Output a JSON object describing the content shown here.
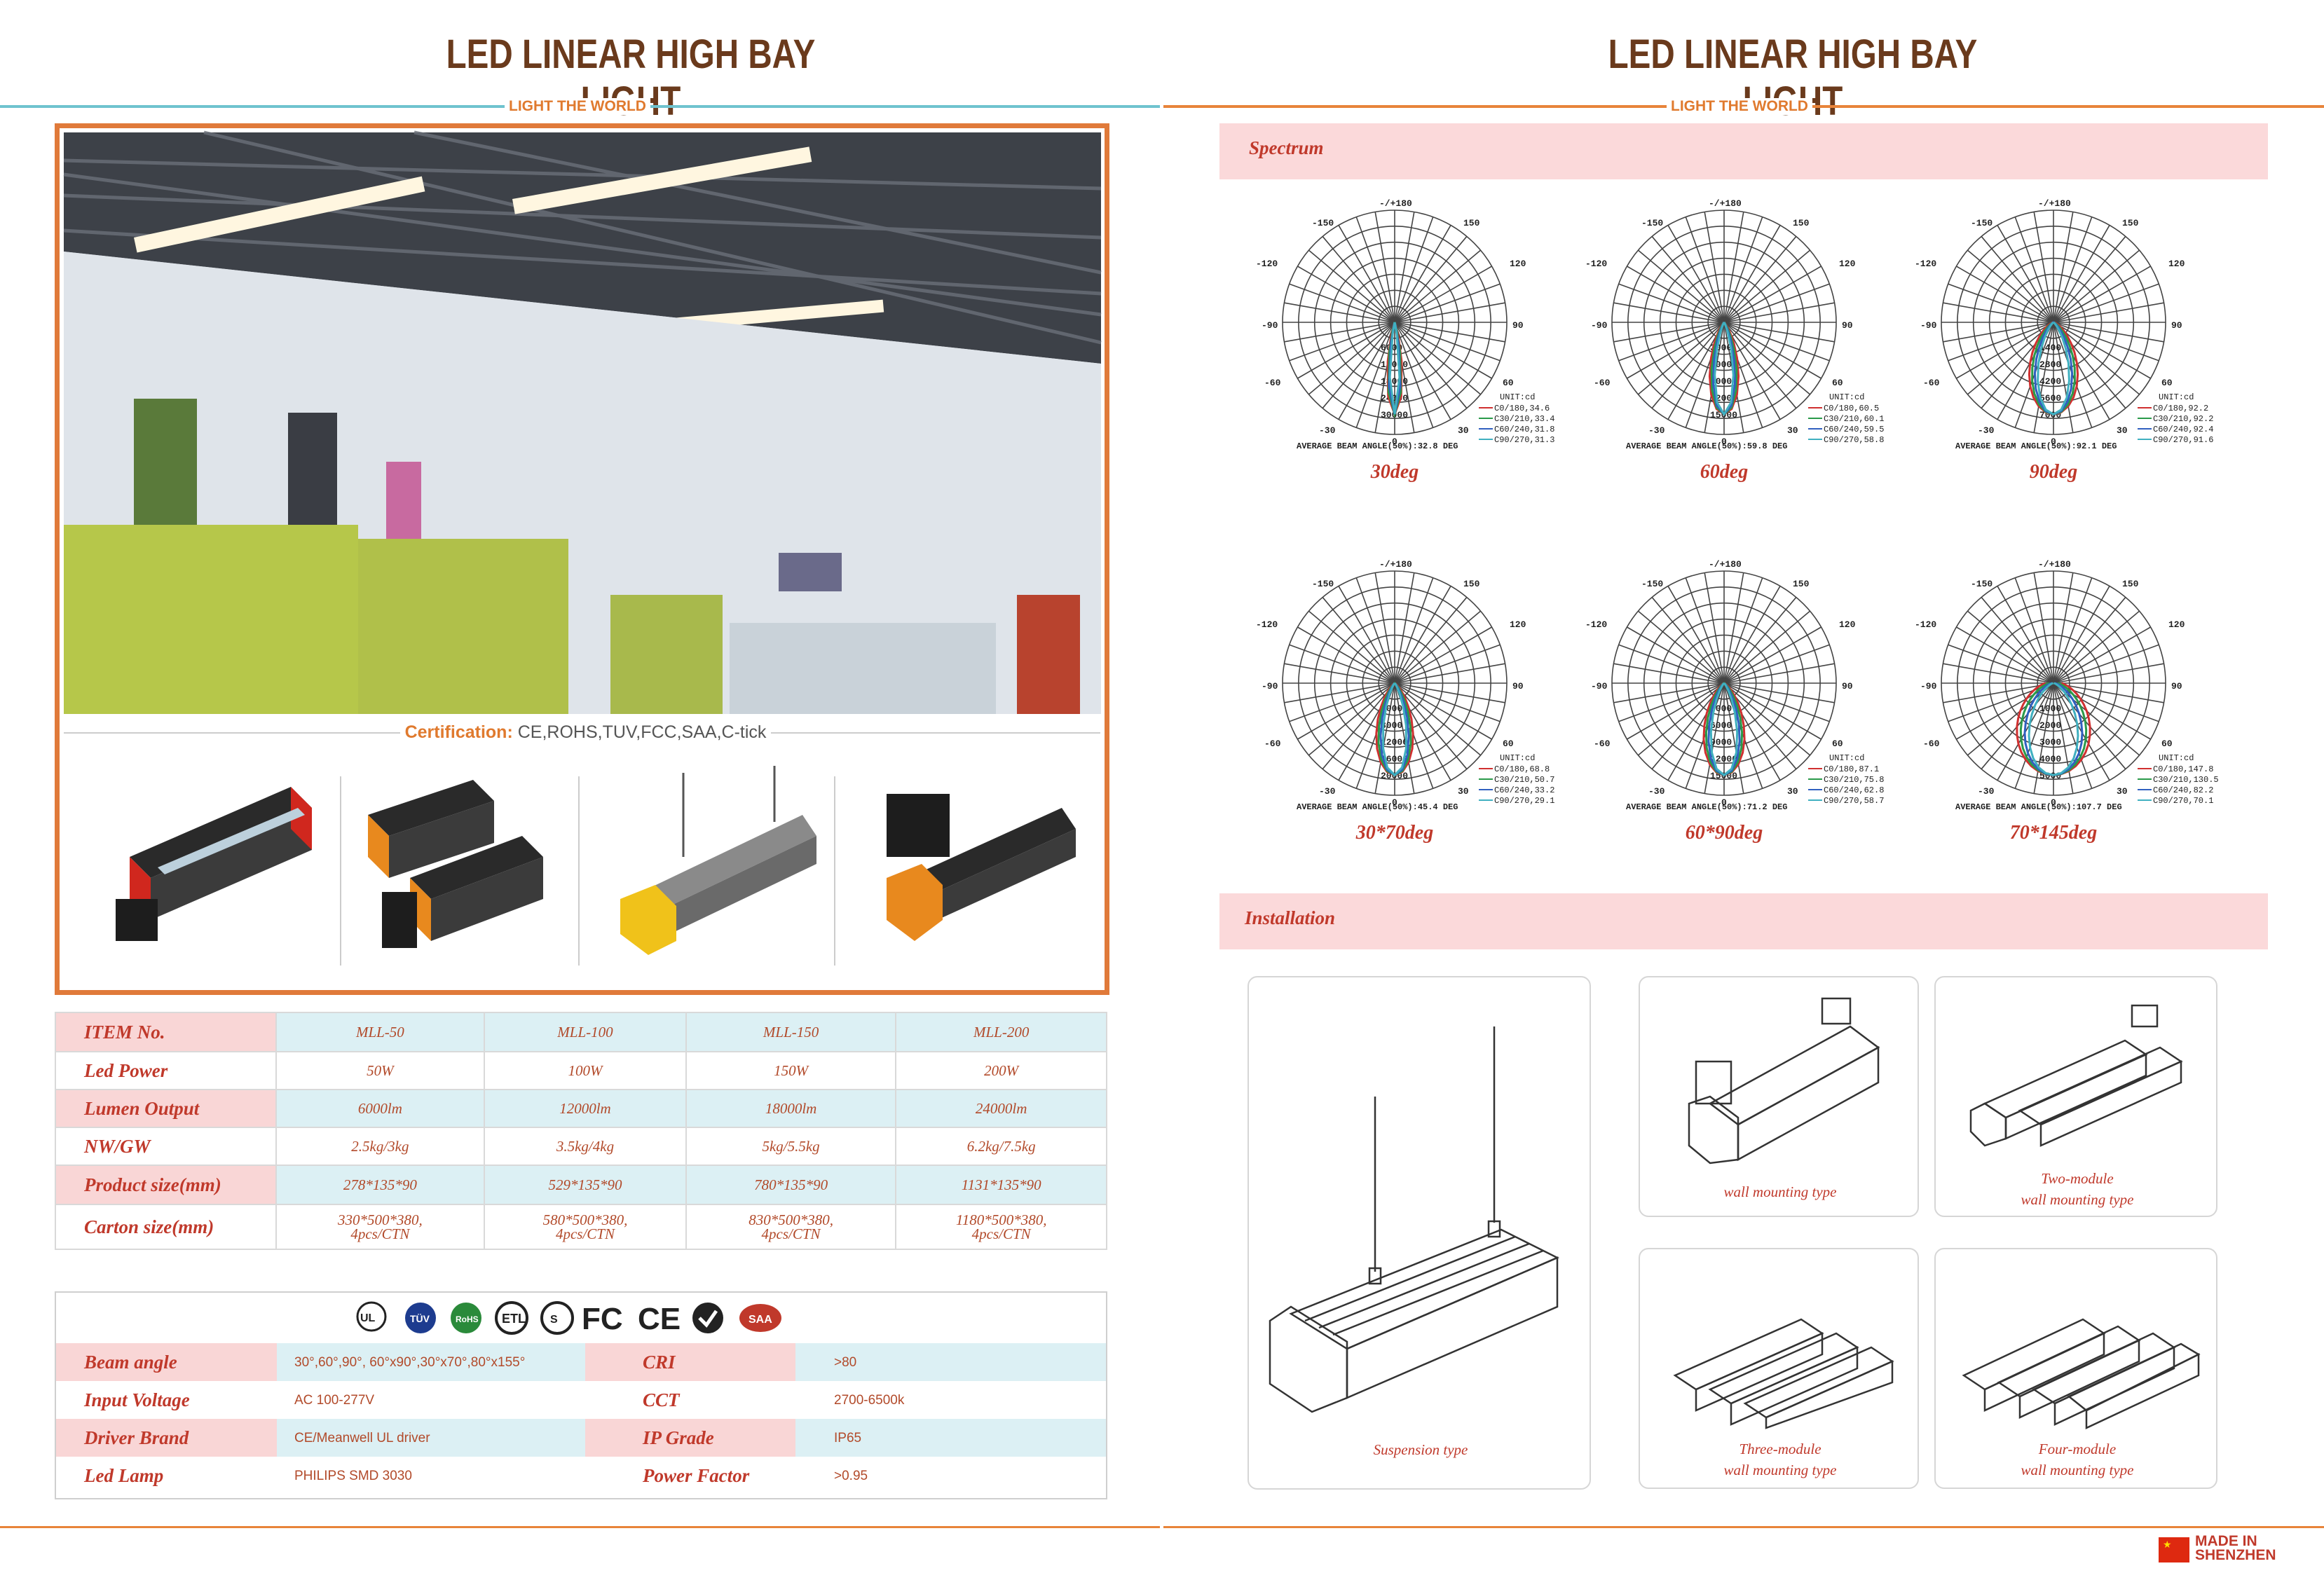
{
  "left": {
    "title": "LED LINEAR HIGH BAY LIGHT",
    "tagline": "LIGHT THE WORLD",
    "certification": {
      "label": "Certification:",
      "value": " CE,ROHS,TUV,FCC,SAA,C-tick"
    },
    "spec_table": {
      "rows": [
        {
          "label": "ITEM No.",
          "values": [
            "MLL-50",
            "MLL-100",
            "MLL-150",
            "MLL-200"
          ]
        },
        {
          "label": "Led Power",
          "values": [
            "50W",
            "100W",
            "150W",
            "200W"
          ]
        },
        {
          "label": "Lumen Output",
          "values": [
            "6000lm",
            "12000lm",
            "18000lm",
            "24000lm"
          ]
        },
        {
          "label": "NW/GW",
          "values": [
            "2.5kg/3kg",
            "3.5kg/4kg",
            "5kg/5.5kg",
            "6.2kg/7.5kg"
          ]
        },
        {
          "label": "Product size(mm)",
          "values": [
            "278*135*90",
            "529*135*90",
            "780*135*90",
            "1131*135*90"
          ]
        },
        {
          "label": "Carton size(mm)",
          "values": [
            "330*500*380,\n4pcs/CTN",
            "580*500*380,\n4pcs/CTN",
            "830*500*380,\n4pcs/CTN",
            "1180*500*380,\n4pcs/CTN"
          ]
        }
      ]
    },
    "cert_logos": [
      "cULus LISTED",
      "TÜV",
      "RoHS",
      "ETL",
      "SAA",
      "FC",
      "CE",
      "C-tick",
      "SAA"
    ],
    "features": [
      {
        "k1": "Beam angle",
        "v1": "30°,60°,90°, 60°x90°,30°x70°,80°x155°",
        "k2": "CRI",
        "v2": ">80"
      },
      {
        "k1": "Input Voltage",
        "v1": "AC 100-277V",
        "k2": "CCT",
        "v2": "2700-6500k"
      },
      {
        "k1": "Driver Brand",
        "v1": "CE/Meanwell UL driver",
        "k2": "IP Grade",
        "v2": "IP65"
      },
      {
        "k1": "Led Lamp",
        "v1": "PHILIPS SMD 3030",
        "k2": "Power Factor",
        "v2": ">0.95"
      }
    ]
  },
  "right": {
    "title": "LED LINEAR HIGH BAY LIGHT",
    "tagline": "LIGHT THE WORLD",
    "spectrum_label": "Spectrum",
    "installation_label": "Installation",
    "polar_common": {
      "angles": {
        "top": "-/+180",
        "tl": "-150",
        "tr": "150",
        "l1": "-120",
        "r1": "120",
        "l2": "-90",
        "r2": "90",
        "l3": "-60",
        "r3": "60",
        "l4": "-30",
        "r4": "30",
        "bottom": "0"
      },
      "unit": "UNIT:cd"
    },
    "polars": [
      {
        "caption": "30deg",
        "avg": "AVERAGE BEAM ANGLE(50%):32.8 DEG",
        "rings": [
          "6000",
          "12000",
          "18000",
          "24000",
          "30000"
        ],
        "legend": [
          "C0/180,34.6",
          "C30/210,33.4",
          "C60/240,31.8",
          "C90/270,31.3"
        ],
        "spread": 0.18
      },
      {
        "caption": "60deg",
        "avg": "AVERAGE BEAM ANGLE(50%):59.8 DEG",
        "rings": [
          "3000",
          "6000",
          "9000",
          "12000",
          "15000"
        ],
        "legend": [
          "C0/180,60.5",
          "C30/210,60.1",
          "C60/240,59.5",
          "C90/270,58.8"
        ],
        "spread": 0.35
      },
      {
        "caption": "90deg",
        "avg": "AVERAGE BEAM ANGLE(50%):92.1 DEG",
        "rings": [
          "1400",
          "2800",
          "4200",
          "5600",
          "7000"
        ],
        "legend": [
          "C0/180,92.2",
          "C30/210,92.2",
          "C60/240,92.4",
          "C90/270,91.6"
        ],
        "spread": 0.6
      },
      {
        "caption": "30*70deg",
        "avg": "AVERAGE BEAM ANGLE(50%):45.4 DEG",
        "rings": [
          "4000",
          "8000",
          "12000",
          "16000",
          "20000"
        ],
        "legend": [
          "C0/180,68.8",
          "C30/210,50.7",
          "C60/240,33.2",
          "C90/270,29.1"
        ],
        "spread": 0.45
      },
      {
        "caption": "60*90deg",
        "avg": "AVERAGE BEAM ANGLE(50%):71.2 DEG",
        "rings": [
          "3000",
          "6000",
          "9000",
          "12000",
          "15000"
        ],
        "legend": [
          "C0/180,87.1",
          "C30/210,75.8",
          "C60/240,62.8",
          "C90/270,58.7"
        ],
        "spread": 0.5
      },
      {
        "caption": "70*145deg",
        "avg": "AVERAGE BEAM ANGLE(50%):107.7 DEG",
        "rings": [
          "1000",
          "2000",
          "3000",
          "4000",
          "5000"
        ],
        "legend": [
          "C0/180,147.8",
          "C30/210,130.5",
          "C60/240,82.2",
          "C90/270,70.1"
        ],
        "spread": 0.95
      }
    ],
    "installation": [
      {
        "label": "Suspension type"
      },
      {
        "label": "wall mounting type"
      },
      {
        "label": "Two-module\nwall mounting type"
      },
      {
        "label": "Three-module\nwall mounting type"
      },
      {
        "label": "Four-module\nwall mounting type"
      }
    ],
    "made_in": [
      "MADE IN",
      "SHENZHEN"
    ]
  },
  "colors": {
    "accent": "#e07a2e",
    "title": "#6a3a1c",
    "red_label": "#c0392b",
    "teal": "#6fc3cf",
    "pink_band": "#fbd9da"
  }
}
